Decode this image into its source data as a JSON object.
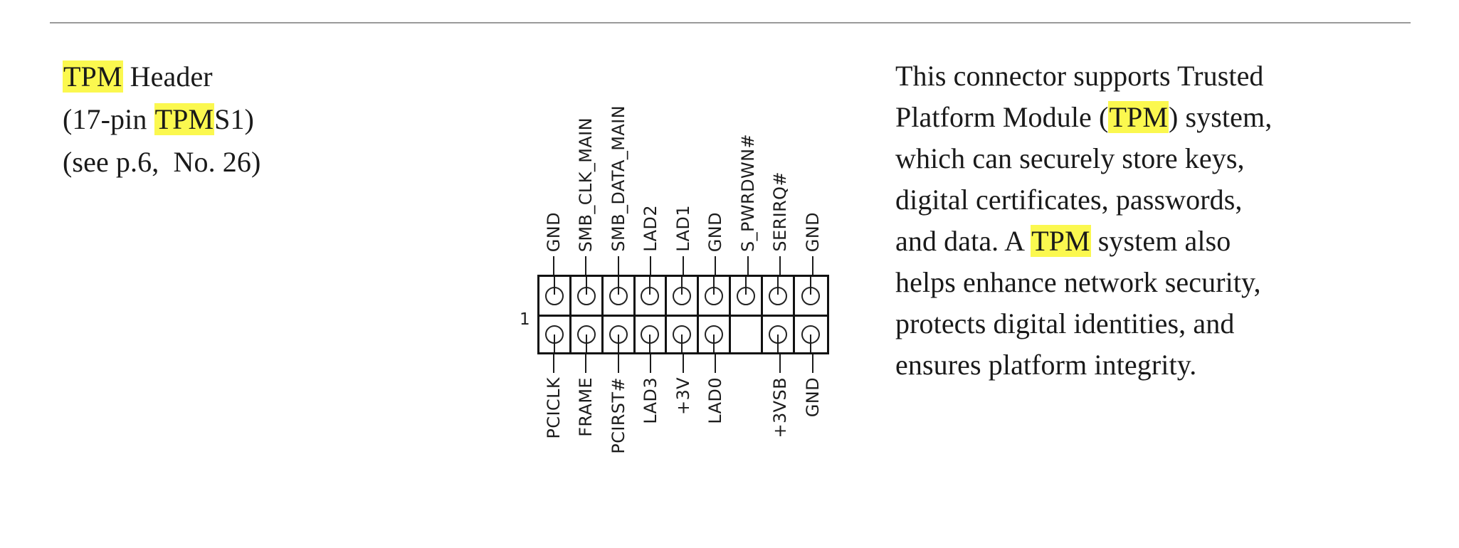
{
  "page": {
    "background": "#ffffff",
    "text_color": "#1a1a1a",
    "highlight_color": "#fbf84f",
    "rule_color": "#9a9a9a"
  },
  "left_block": {
    "title_pre": "",
    "title_highlight": "TPM",
    "title_post": " Header",
    "subtitle_pre": "(17-pin ",
    "subtitle_highlight": "TPM",
    "subtitle_post": "S1)",
    "reference": "(see p.6,  No. 26)"
  },
  "connector": {
    "pin1_marker": "1",
    "columns": 9,
    "total_pins": 17,
    "top_labels": [
      "GND",
      "SMB_CLK_MAIN",
      "SMB_DATA_MAIN",
      "LAD2",
      "LAD1",
      "GND",
      "S_PWRDWN#",
      "SERIRQ#",
      "GND"
    ],
    "bottom_labels": [
      "PCICLK",
      "FRAME",
      "PCIRST#",
      "LAD3",
      "+3V",
      "LAD0",
      "",
      "+3VSB",
      "GND"
    ],
    "bottom_empty_index": 6
  },
  "right_block": {
    "lines": [
      {
        "pre": "This connector supports Trusted",
        "highlight": "",
        "post": ""
      },
      {
        "pre": "Platform Module (",
        "highlight": "TPM",
        "post": ") system,"
      },
      {
        "pre": "which can securely store keys,",
        "highlight": "",
        "post": ""
      },
      {
        "pre": "digital certificates, passwords,",
        "highlight": "",
        "post": ""
      },
      {
        "pre": "and data. A ",
        "highlight": "TPM",
        "post": " system also"
      },
      {
        "pre": "helps enhance network security,",
        "highlight": "",
        "post": ""
      },
      {
        "pre": "protects digital identities, and",
        "highlight": "",
        "post": ""
      },
      {
        "pre": "ensures platform integrity.",
        "highlight": "",
        "post": ""
      }
    ]
  }
}
